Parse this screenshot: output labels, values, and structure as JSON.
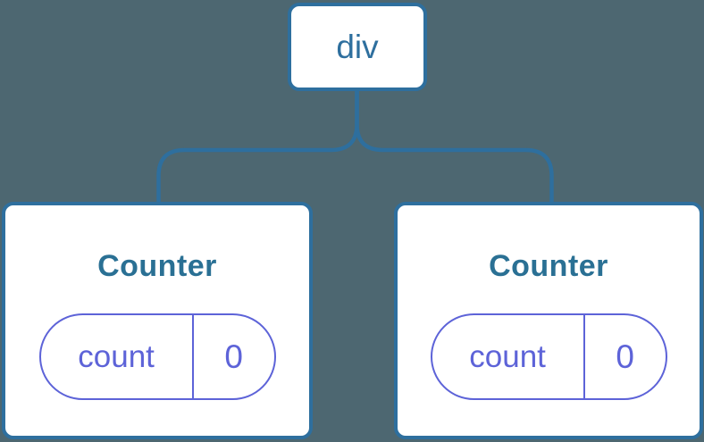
{
  "diagram": {
    "root": {
      "label": "div"
    },
    "children": [
      {
        "title": "Counter",
        "state": {
          "key": "count",
          "value": "0"
        }
      },
      {
        "title": "Counter",
        "state": {
          "key": "count",
          "value": "0"
        }
      }
    ]
  },
  "colors": {
    "background": "#4d6771",
    "card-bg": "#ffffff",
    "card-border": "#2e6f9e",
    "root-label": "#2e6f9e",
    "connector": "#2e6f9e",
    "component-title": "#2a7094",
    "state-accent": "#5d63d8"
  }
}
